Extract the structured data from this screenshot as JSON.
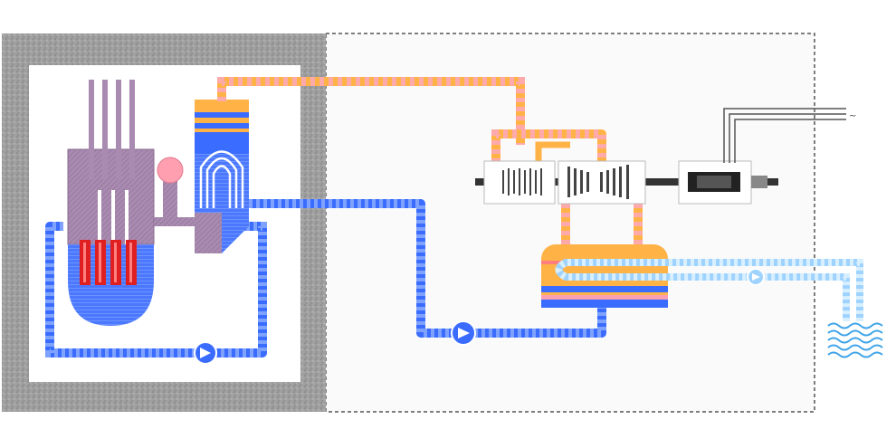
{
  "diagram": {
    "output_symbol": "~",
    "components": [
      {
        "id": "containment",
        "icon": "concrete-containment-wall"
      },
      {
        "id": "reactor-vessel",
        "icon": "reactor-pressure-vessel"
      },
      {
        "id": "control-rods",
        "icon": "control-rod-bundle"
      },
      {
        "id": "fuel-rods",
        "icon": "fuel-rod-bundle"
      },
      {
        "id": "pressurizer",
        "icon": "pressurizer-tank"
      },
      {
        "id": "steam-generator",
        "icon": "steam-generator-u-tube"
      },
      {
        "id": "primary-pump",
        "icon": "primary-coolant-pump"
      },
      {
        "id": "turbine",
        "icon": "steam-turbine"
      },
      {
        "id": "generator",
        "icon": "electric-generator"
      },
      {
        "id": "condenser",
        "icon": "condenser-unit"
      },
      {
        "id": "feedwater-pump",
        "icon": "feedwater-pump"
      },
      {
        "id": "cooling-pump",
        "icon": "cooling-water-pump"
      },
      {
        "id": "cooling-water",
        "icon": "water-waves"
      },
      {
        "id": "transmission",
        "icon": "power-lines"
      }
    ],
    "colors": {
      "hot_water": "#ff7f7f",
      "cold_water": "#3a6cff",
      "steam_orange": "#ffb347",
      "steam_pink": "#ffaaaa",
      "reactor": "#a687a6",
      "fuel": "#e02020",
      "cooling": "#9fd3ff",
      "concrete": "#9a9a9a",
      "turbine_body": "#ffffff",
      "shaft": "#333333"
    }
  }
}
